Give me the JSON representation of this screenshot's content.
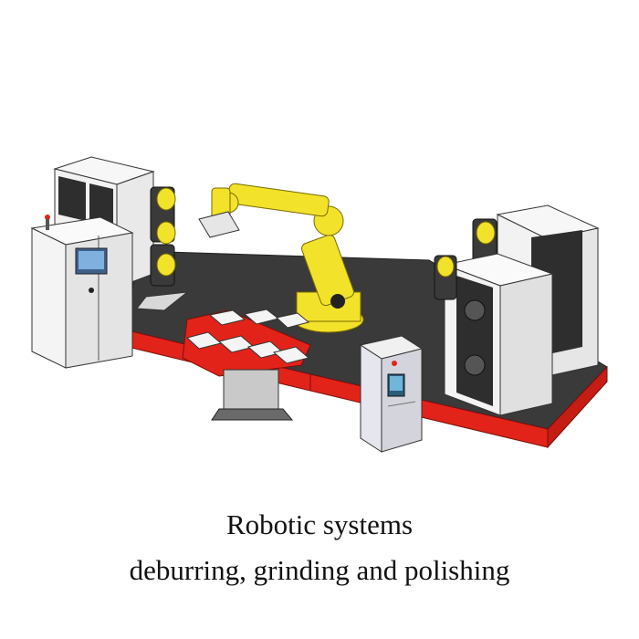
{
  "caption": {
    "line1": "Robotic systems",
    "line2": "deburring, grinding and polishing"
  },
  "colors": {
    "platform_red": "#e2231a",
    "floor_dark": "#3a3a3a",
    "robot_yellow": "#f3e22a",
    "cabinet_white": "#f7f7f7",
    "cabinet_dark": "#2e2e2e",
    "outline": "#333333"
  },
  "scene": {
    "description_icons": [
      "robot-arm",
      "control-cabinet",
      "belt-grinder",
      "parts-tray",
      "operator-console"
    ]
  }
}
